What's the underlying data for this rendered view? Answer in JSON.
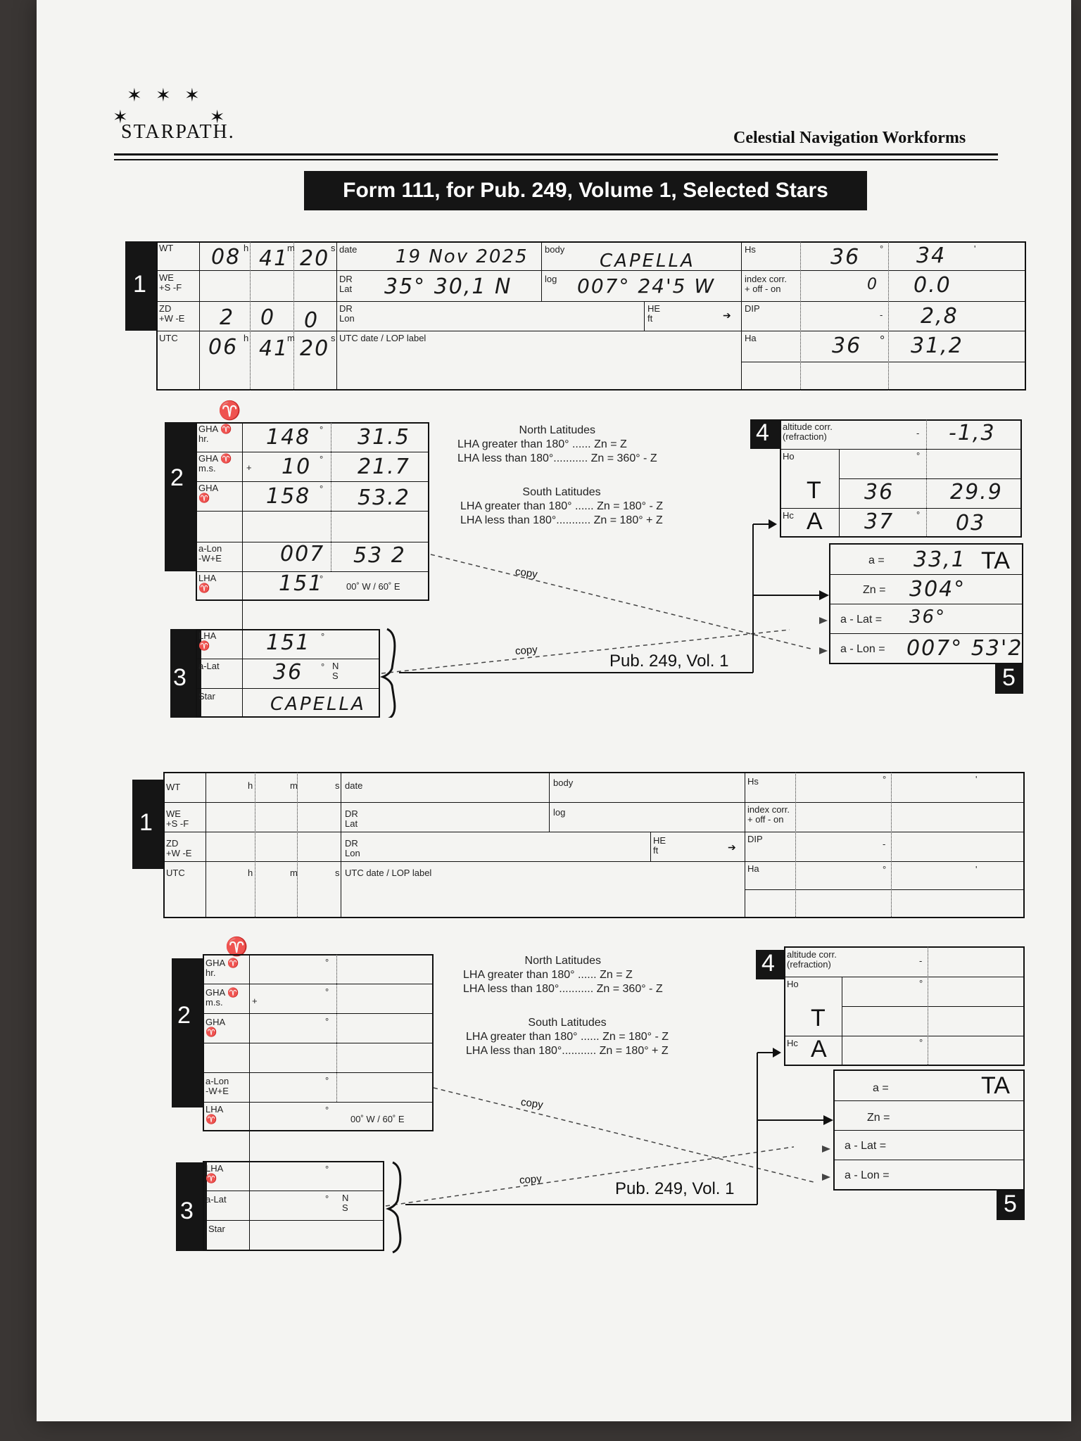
{
  "brand": {
    "name": "STARPATH",
    "registered": "."
  },
  "header": {
    "series": "Celestial Navigation Workforms",
    "form_title": "Form 111, for Pub. 249, Volume 1, Selected Stars"
  },
  "labels": {
    "wt": "WT",
    "we": "WE\n+S -F",
    "zd": "ZD\n+W -E",
    "utc": "UTC",
    "h": "h",
    "m": "m",
    "s": "s",
    "date": "date",
    "dr_lat": "DR\nLat",
    "dr_lon": "DR\nLon",
    "utc_date": "UTC date / LOP label",
    "body": "body",
    "log": "log",
    "he": "HE\nft",
    "hs": "Hs",
    "index_corr": "index corr.\n+ off - on",
    "dip": "DIP",
    "ha": "Ha",
    "aries": "♈",
    "gha_hr": "GHA ♈\nhr.",
    "gha_ms": "GHA ♈\nm.s.",
    "gha": "GHA\n♈",
    "a_lon_we": "a-Lon\n-W+E",
    "lha": "LHA\n♈",
    "a_lat": "a-Lat",
    "star": "Star",
    "plus": "+",
    "deg": "°",
    "min": "'",
    "ns": "N\nS",
    "ew_note": "00˚ W / 60˚ E",
    "minus": "-",
    "alt_corr": "altitude corr.\n(refraction)",
    "ho": "Ho",
    "hc": "Hc",
    "t": "T",
    "a": "A",
    "a_eq": "a =",
    "zn_eq": "Zn =",
    "a_lat_eq": "a - Lat =",
    "a_lon_eq": "a - Lon =",
    "ta": "TA",
    "copy": "copy",
    "pub": "Pub. 249, Vol. 1",
    "north_lat": "North Latitudes",
    "n1": "LHA greater than 180° ...... Zn = Z",
    "n2": "LHA less than 180°........... Zn = 360° - Z",
    "south_lat": "South Latitudes",
    "s1": "LHA greater than 180° ...... Zn = 180° - Z",
    "s2": "LHA less than 180°........... Zn = 180° + Z"
  },
  "section_numbers": {
    "one": "1",
    "two": "2",
    "three": "3",
    "four": "4",
    "five": "5"
  },
  "form1": {
    "wt": {
      "h": "08",
      "m": "41",
      "s": "20"
    },
    "zd": {
      "h": "2",
      "m": "0",
      "s": "0"
    },
    "utc": {
      "h": "06",
      "m": "41",
      "s": "20"
    },
    "date": "19 Nov 2025",
    "dr_lat": "35° 30,1 N",
    "body": "CAPELLA",
    "log": "007° 24'5 W",
    "hs": {
      "deg": "36",
      "min": "34"
    },
    "index": {
      "deg": "0",
      "min": "0.0"
    },
    "dip": {
      "min": "2,8"
    },
    "ha": {
      "deg": "36",
      "min": "31,2"
    },
    "gha_hr": {
      "deg": "148",
      "min": "31.5"
    },
    "gha_ms": {
      "deg": "10",
      "min": "21.7"
    },
    "gha": {
      "deg": "158",
      "min": "53.2"
    },
    "a_lon": {
      "deg": "007",
      "min": "53 2"
    },
    "lha": {
      "deg": "151"
    },
    "lha3": {
      "deg": "151"
    },
    "a_lat3": {
      "deg": "36"
    },
    "star": "CAPELLA",
    "alt_corr": "-1,3",
    "ho": {
      "deg": "36",
      "min": "29.9"
    },
    "hc": {
      "deg": "37",
      "min": "03"
    },
    "a_val": "33,1",
    "zn_val": "304°",
    "a_lat_val": "36°",
    "a_lon_val": "007° 53'2"
  }
}
